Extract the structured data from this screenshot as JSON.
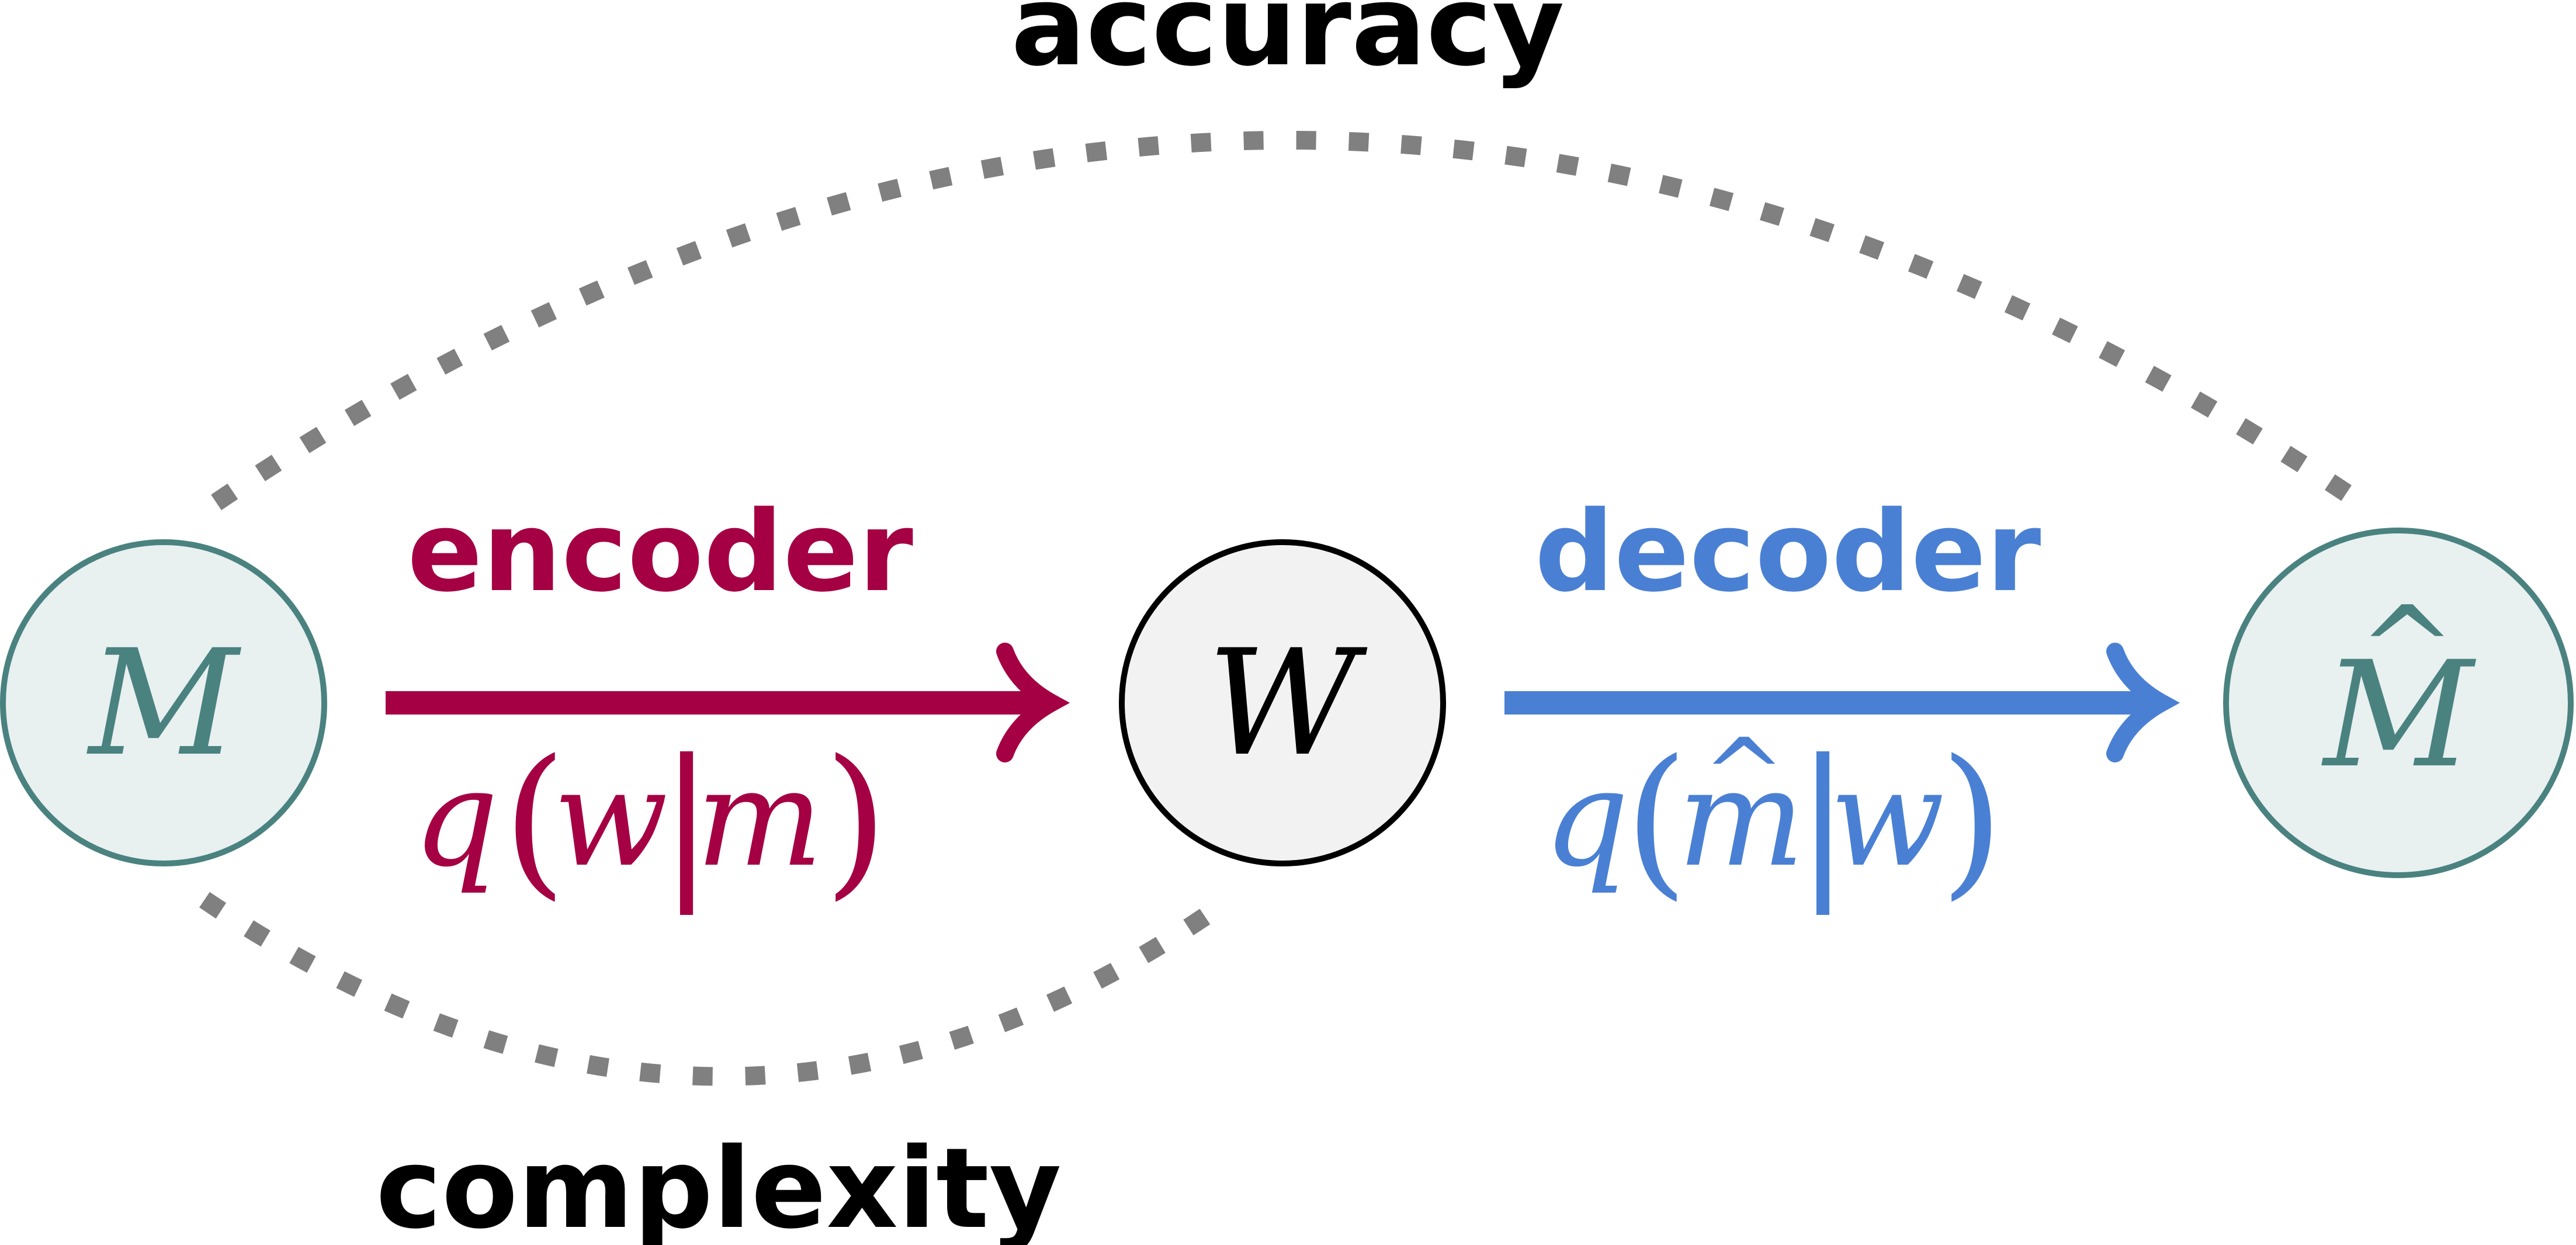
{
  "labels": {
    "accuracy": "accuracy",
    "complexity": "complexity",
    "encoder": "encoder",
    "decoder": "decoder"
  },
  "nodes": {
    "source": {
      "symbol": "M",
      "hat": ""
    },
    "word": {
      "symbol": "W",
      "hat": ""
    },
    "reconstruction": {
      "symbol": "M",
      "hat": "^"
    }
  },
  "formulas": {
    "encoder": {
      "q": "q",
      "open": "(",
      "var": "w",
      "bar": "|",
      "given": "m",
      "close": ")"
    },
    "decoder": {
      "q": "q",
      "open": "(",
      "var": "m",
      "var_hat": "^",
      "bar": "|",
      "given": "w",
      "close": ")"
    }
  },
  "colors": {
    "encoder": "#a50043",
    "decoder": "#4a80d4",
    "outer_node_stroke": "#4a8280",
    "outer_node_fill": "#e8f0f0",
    "outer_node_text": "#4a8280",
    "middle_node_stroke": "#000000",
    "middle_node_fill": "#f2f2f2",
    "dotted": "#808080",
    "text": "#000000"
  }
}
